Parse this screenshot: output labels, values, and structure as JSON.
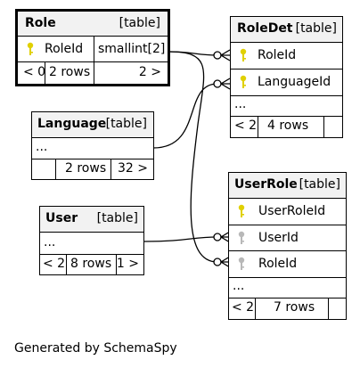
{
  "colors": {
    "header_bg": "#f2f2f2",
    "primary_key": "#e0d000",
    "foreign_key": "#b8b8b8",
    "line": "#000000"
  },
  "tables": {
    "role": {
      "name": "Role",
      "kind": "[table]",
      "columns": [
        {
          "name": "RoleId",
          "type": "smallint[2]",
          "key": "primary"
        }
      ],
      "footer": {
        "parents": "< 0",
        "rows": "2 rows",
        "children": "2 >"
      }
    },
    "roledet": {
      "name": "RoleDet",
      "kind": "[table]",
      "columns": [
        {
          "name": "RoleId",
          "key": "primary"
        },
        {
          "name": "LanguageId",
          "key": "primary"
        }
      ],
      "ellipsis": "...",
      "footer": {
        "parents": "< 2",
        "rows": "4 rows",
        "children": ""
      }
    },
    "language": {
      "name": "Language",
      "kind": "[table]",
      "ellipsis": "...",
      "footer": {
        "parents": "",
        "rows": "2 rows",
        "children": "32 >"
      }
    },
    "user": {
      "name": "User",
      "kind": "[table]",
      "ellipsis": "...",
      "footer": {
        "parents": "< 2",
        "rows": "8 rows",
        "children": "1 >"
      }
    },
    "userrole": {
      "name": "UserRole",
      "kind": "[table]",
      "columns": [
        {
          "name": "UserRoleId",
          "key": "primary"
        },
        {
          "name": "UserId",
          "key": "foreign"
        },
        {
          "name": "RoleId",
          "key": "foreign"
        }
      ],
      "ellipsis": "...",
      "footer": {
        "parents": "< 2",
        "rows": "7 rows",
        "children": ""
      }
    }
  },
  "footer_text": "Generated by SchemaSpy"
}
